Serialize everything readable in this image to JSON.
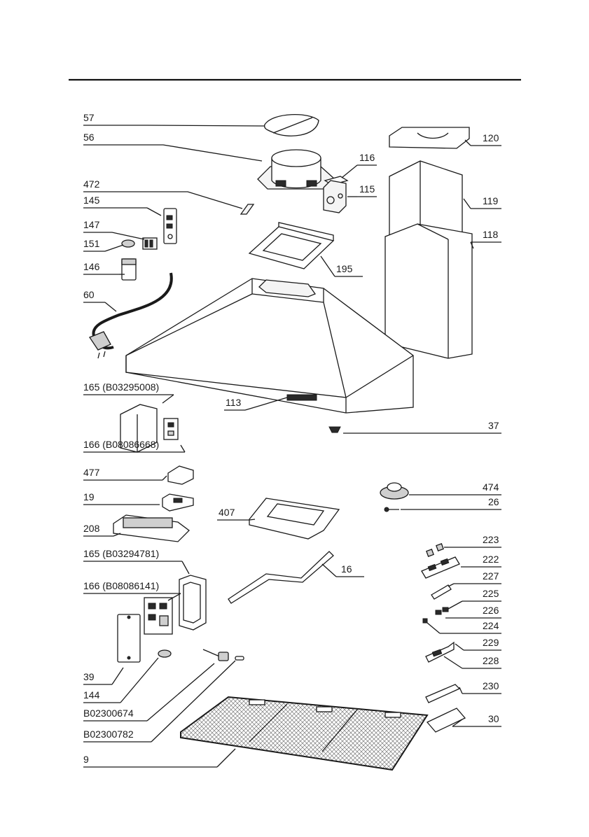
{
  "parts": [
    {
      "id": "p57",
      "label": "57"
    },
    {
      "id": "p56",
      "label": "56"
    },
    {
      "id": "p472",
      "label": "472"
    },
    {
      "id": "p145",
      "label": "145"
    },
    {
      "id": "p147",
      "label": "147"
    },
    {
      "id": "p151",
      "label": "151"
    },
    {
      "id": "p146",
      "label": "146"
    },
    {
      "id": "p60",
      "label": "60"
    },
    {
      "id": "p116",
      "label": "116"
    },
    {
      "id": "p115",
      "label": "115"
    },
    {
      "id": "p120",
      "label": "120"
    },
    {
      "id": "p119",
      "label": "119"
    },
    {
      "id": "p118",
      "label": "118"
    },
    {
      "id": "p195",
      "label": "195"
    },
    {
      "id": "p165a",
      "label": "165 (B03295008)"
    },
    {
      "id": "p113",
      "label": "113"
    },
    {
      "id": "p166a",
      "label": "166 (B08086668)"
    },
    {
      "id": "p37",
      "label": "37"
    },
    {
      "id": "p477",
      "label": "477"
    },
    {
      "id": "p19",
      "label": "19"
    },
    {
      "id": "p208",
      "label": "208"
    },
    {
      "id": "p407",
      "label": "407"
    },
    {
      "id": "p474",
      "label": "474"
    },
    {
      "id": "p26",
      "label": "26"
    },
    {
      "id": "p223",
      "label": "223"
    },
    {
      "id": "p222",
      "label": "222"
    },
    {
      "id": "p165b",
      "label": "165 (B03294781)"
    },
    {
      "id": "p16",
      "label": "16"
    },
    {
      "id": "p227",
      "label": "227"
    },
    {
      "id": "p166b",
      "label": "166 (B08086141)"
    },
    {
      "id": "p225",
      "label": "225"
    },
    {
      "id": "p226",
      "label": "226"
    },
    {
      "id": "p224",
      "label": "224"
    },
    {
      "id": "p229",
      "label": "229"
    },
    {
      "id": "p228",
      "label": "228"
    },
    {
      "id": "p39",
      "label": "39"
    },
    {
      "id": "p144",
      "label": "144"
    },
    {
      "id": "p230",
      "label": "230"
    },
    {
      "id": "pB674",
      "label": "B02300674"
    },
    {
      "id": "p30",
      "label": "30"
    },
    {
      "id": "pB782",
      "label": "B02300782"
    },
    {
      "id": "p9",
      "label": "9"
    }
  ]
}
